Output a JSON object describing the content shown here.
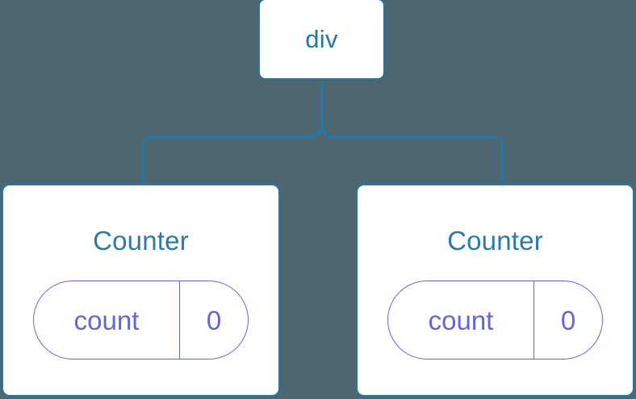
{
  "diagram": {
    "type": "component-tree",
    "background_color": "#4d6670",
    "accent_color": "#2577ab",
    "state_color": "#6366d8",
    "node_fill": "#ffffff",
    "root": {
      "label": "div"
    },
    "children": [
      {
        "title": "Counter",
        "state": {
          "key": "count",
          "value": "0"
        }
      },
      {
        "title": "Counter",
        "state": {
          "key": "count",
          "value": "0"
        }
      }
    ]
  }
}
